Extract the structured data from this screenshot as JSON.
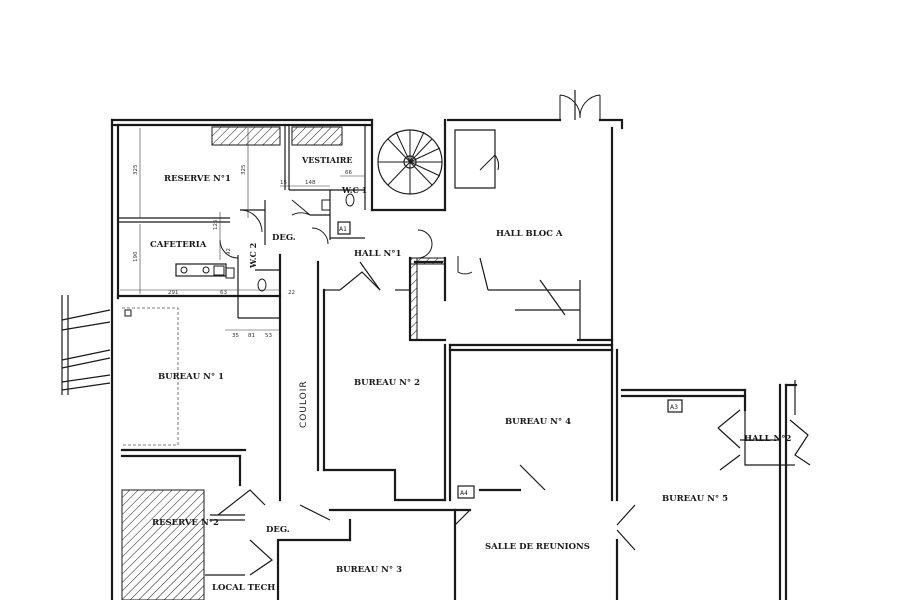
{
  "rooms": {
    "reserve1": "RESERVE N°1",
    "vestiaire": "VESTIAIRE",
    "wc1": "W.C 1",
    "cafeteria": "CAFETERIA",
    "wc2": "W.C 2",
    "deg_top": "DEG.",
    "hall1": "HALL N°1",
    "hall_bloc_a": "HALL BLOC A",
    "bureau1": "BUREAU N° 1",
    "couloir": "COULOIR",
    "bureau2": "BUREAU N° 2",
    "bureau4": "BUREAU N° 4",
    "hall2": "HALL N°2",
    "bureau5": "BUREAU N° 5",
    "reserve2": "RESERVE N°2",
    "deg_bottom": "DEG.",
    "salle_reunions": "SALLE DE REUNIONS",
    "bureau3": "BUREAU N° 3",
    "local_tech": "LOCAL TECH"
  },
  "equipment": {
    "box_a1": "A1",
    "box_a4": "A4",
    "box_a3": "A3"
  },
  "dimensions": {
    "d_325_a": "325",
    "d_325_b": "325",
    "d_148": "148",
    "d_66": "66",
    "d_15": "15",
    "d_190": "190",
    "d_125": "125",
    "d_92": "92",
    "d_291": "291",
    "d_63": "63",
    "d_22": "22",
    "d_35": "35",
    "d_81": "81",
    "d_53": "53"
  }
}
